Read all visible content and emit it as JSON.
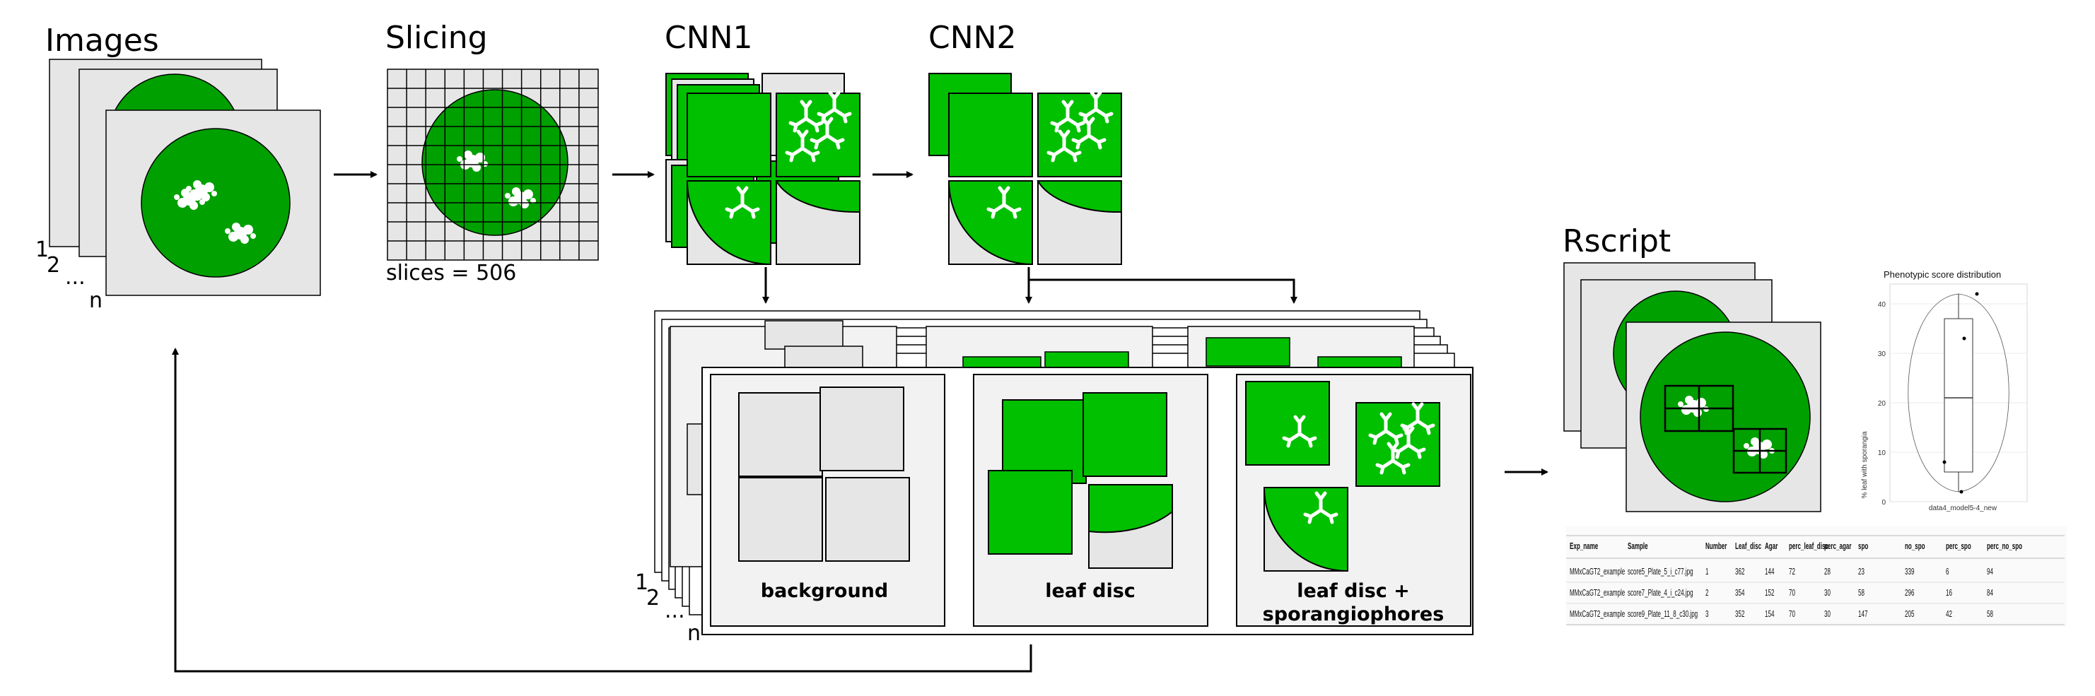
{
  "stages": {
    "images": "Images",
    "slicing": "Slicing",
    "cnn1": "CNN1",
    "cnn2": "CNN2",
    "rscript": "Rscript"
  },
  "stack_labels": {
    "one": "1",
    "two": "2",
    "dots": "...",
    "n": "n"
  },
  "slices_text": "slices = 506",
  "categories": {
    "background": "background",
    "leaf_disc": "leaf disc",
    "sporangio_line1": "leaf disc +",
    "sporangio_line2": "sporangiophores"
  },
  "colors": {
    "green": "#00c000",
    "dark_green": "#00a000",
    "grey": "#e6e6e6",
    "panel": "#f2f2f2"
  },
  "chart_data": {
    "type": "box",
    "title": "Phenotypic score distribution",
    "xlabel": "data4_model5-4_new",
    "ylabel": "% leaf with sporangia",
    "yticks": [
      0,
      10,
      20,
      30,
      40
    ],
    "ylim": [
      0,
      44
    ],
    "box": {
      "min": 2,
      "q1": 6,
      "median": 21,
      "q3": 37,
      "max": 42
    },
    "points": [
      42,
      33,
      8,
      2
    ]
  },
  "table": {
    "columns": [
      "Exp_name",
      "Sample",
      "Number",
      "Leaf_disc",
      "Agar",
      "perc_leaf_disc",
      "perc_agar",
      "spo",
      "no_spo",
      "perc_spo",
      "perc_no_spo"
    ],
    "rows": [
      [
        "MMxCaGT2_example",
        "score5_Plate_5_i_c77.jpg",
        "1",
        "362",
        "144",
        "72",
        "28",
        "23",
        "339",
        "6",
        "94"
      ],
      [
        "MMxCaGT2_example",
        "score7_Plate_4_i_c24.jpg",
        "2",
        "354",
        "152",
        "70",
        "30",
        "58",
        "296",
        "16",
        "84"
      ],
      [
        "MMxCaGT2_example",
        "score9_Plate_11_8_c30.jpg",
        "3",
        "352",
        "154",
        "70",
        "30",
        "147",
        "205",
        "42",
        "58"
      ]
    ]
  }
}
